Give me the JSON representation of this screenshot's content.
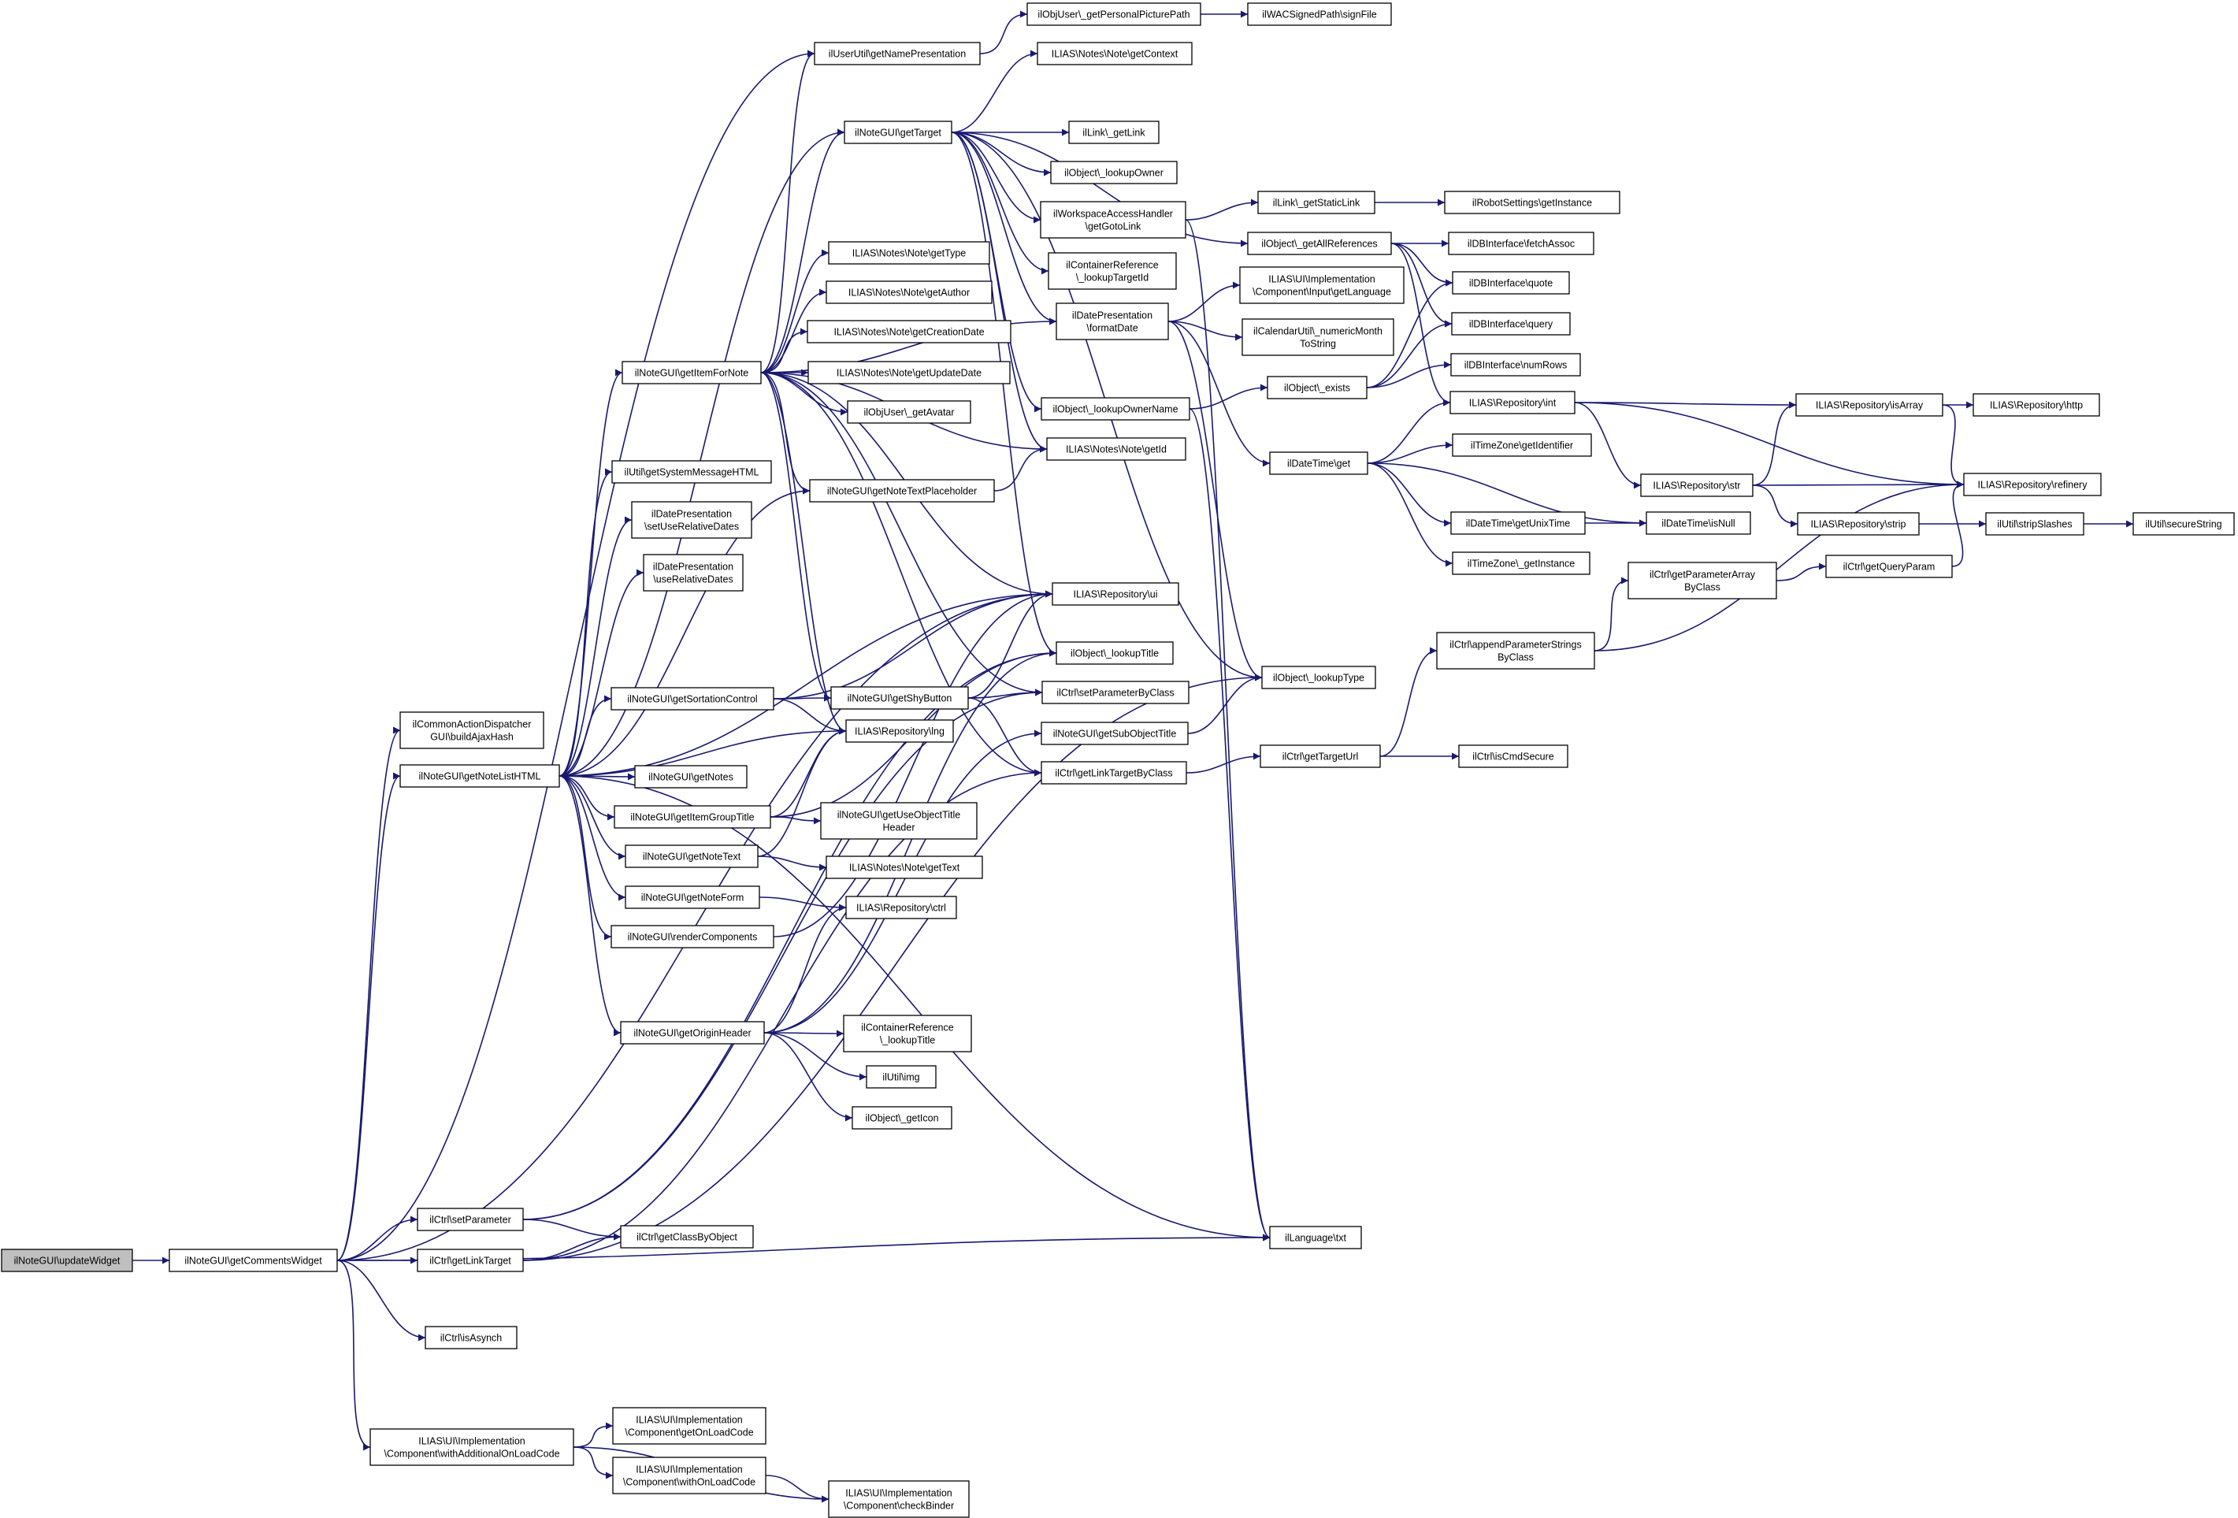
{
  "diagram": {
    "style": {
      "edge_color": "#191970",
      "root_fill": "#bfbfbf",
      "node_fill": "#ffffff",
      "truncated_border": "#ff0000"
    },
    "nodes": [
      {
        "id": "updateWidget",
        "lines": [
          "ilNoteGUI\\updateWidget"
        ]
      },
      {
        "id": "getCommentsWidget",
        "lines": [
          "ilNoteGUI\\getCommentsWidget"
        ]
      },
      {
        "id": "buildAjaxHash",
        "lines": [
          "ilCommonActionDispatcher",
          "GUI\\buildAjaxHash"
        ]
      },
      {
        "id": "getNoteListHTML",
        "lines": [
          "ilNoteGUI\\getNoteListHTML"
        ]
      },
      {
        "id": "ctrl_setParameter",
        "lines": [
          "ilCtrl\\setParameter"
        ]
      },
      {
        "id": "ctrl_getLinkTarget",
        "lines": [
          "ilCtrl\\getLinkTarget"
        ]
      },
      {
        "id": "ctrl_isAsynch",
        "lines": [
          "ilCtrl\\isAsynch"
        ]
      },
      {
        "id": "withAdditionalOnLoadCode",
        "lines": [
          "ILIAS\\UI\\Implementation",
          "\\Component\\withAdditionalOnLoadCode"
        ]
      },
      {
        "id": "getOnLoadCode",
        "lines": [
          "ILIAS\\UI\\Implementation",
          "\\Component\\getOnLoadCode"
        ]
      },
      {
        "id": "withOnLoadCode",
        "lines": [
          "ILIAS\\UI\\Implementation",
          "\\Component\\withOnLoadCode"
        ]
      },
      {
        "id": "checkBinder",
        "lines": [
          "ILIAS\\UI\\Implementation",
          "\\Component\\checkBinder"
        ]
      },
      {
        "id": "getClassByObject",
        "lines": [
          "ilCtrl\\getClassByObject"
        ]
      },
      {
        "id": "getNameInterpretation",
        "lines": [
          "ilUserUtil\\getNamePresentation"
        ]
      },
      {
        "id": "getTarget",
        "lines": [
          "ilNoteGUI\\getTarget"
        ]
      },
      {
        "id": "getItemForNote",
        "lines": [
          "ilNoteGUI\\getItemForNote"
        ]
      },
      {
        "id": "getSystemMessageHTML",
        "lines": [
          "ilUtil\\getSystemMessageHTML"
        ]
      },
      {
        "id": "setUseRelativeDates",
        "lines": [
          "ilDatePresentation",
          "\\setUseRelativeDates"
        ]
      },
      {
        "id": "useRelativeDates",
        "lines": [
          "ilDatePresentation",
          "\\useRelativeDates"
        ]
      },
      {
        "id": "getSortationControl",
        "lines": [
          "ilNoteGUI\\getSortationControl"
        ]
      },
      {
        "id": "getNotes",
        "lines": [
          "ilNoteGUI\\getNotes"
        ]
      },
      {
        "id": "getItemGroupTitle",
        "lines": [
          "ilNoteGUI\\getItemGroupTitle"
        ]
      },
      {
        "id": "getNoteText",
        "lines": [
          "ilNoteGUI\\getNoteText"
        ]
      },
      {
        "id": "getNoteForm",
        "lines": [
          "ilNoteGUI\\getNoteForm"
        ]
      },
      {
        "id": "renderComponents",
        "lines": [
          "ilNoteGUI\\renderComponents"
        ]
      },
      {
        "id": "getOriginHeader",
        "lines": [
          "ilNoteGUI\\getOriginHeader"
        ]
      },
      {
        "id": "getPersonalPicturePath",
        "lines": [
          "ilObjUser\\_getPersonalPicturePath"
        ]
      },
      {
        "id": "signFile",
        "lines": [
          "ilWACSignedPath\\signFile"
        ]
      },
      {
        "id": "note_getContext",
        "lines": [
          "ILIAS\\Notes\\Note\\getContext"
        ]
      },
      {
        "id": "link_getLink",
        "lines": [
          "ilLink\\_getLink"
        ]
      },
      {
        "id": "lookupOwner",
        "lines": [
          "ilObject\\_lookupOwner"
        ]
      },
      {
        "id": "getGotoLink",
        "lines": [
          "ilWorkspaceAccessHandler",
          "\\getGotoLink"
        ]
      },
      {
        "id": "lookupTargetId",
        "lines": [
          "ilContainerReference",
          "\\_lookupTargetId"
        ]
      },
      {
        "id": "note_getType",
        "lines": [
          "ILIAS\\Notes\\Note\\getType"
        ]
      },
      {
        "id": "note_getAuthor",
        "lines": [
          "ILIAS\\Notes\\Note\\getAuthor"
        ]
      },
      {
        "id": "note_getCreationDate",
        "lines": [
          "ILIAS\\Notes\\Note\\getCreationDate"
        ]
      },
      {
        "id": "formatDate",
        "lines": [
          "ilDatePresentation",
          "\\formatDate"
        ]
      },
      {
        "id": "note_getUpdateDate",
        "lines": [
          "ILIAS\\Notes\\Note\\getUpdateDate"
        ]
      },
      {
        "id": "getAvatar",
        "lines": [
          "ilObjUser\\_getAvatar"
        ]
      },
      {
        "id": "lookupOwnerName",
        "lines": [
          "ilObject\\_lookupOwnerName"
        ]
      },
      {
        "id": "note_getId",
        "lines": [
          "ILIAS\\Notes\\Note\\getId"
        ]
      },
      {
        "id": "getNoteTextPlaceholder",
        "lines": [
          "ilNoteGUI\\getNoteTextPlaceholder"
        ]
      },
      {
        "id": "repo_ui",
        "lines": [
          "ILIAS\\Repository\\ui"
        ]
      },
      {
        "id": "lookupTitle",
        "lines": [
          "ilObject\\_lookupTitle"
        ]
      },
      {
        "id": "getShyButton",
        "lines": [
          "ilNoteGUI\\getShyButton"
        ]
      },
      {
        "id": "setParameterByClass",
        "lines": [
          "ilCtrl\\setParameterByClass"
        ]
      },
      {
        "id": "repo_lng",
        "lines": [
          "ILIAS\\Repository\\lng"
        ]
      },
      {
        "id": "getSubObjectTitle",
        "lines": [
          "ilNoteGUI\\getSubObjectTitle"
        ]
      },
      {
        "id": "getLinkTargetByClass",
        "lines": [
          "ilCtrl\\getLinkTargetByClass"
        ]
      },
      {
        "id": "getUseObjectTitleHeader",
        "lines": [
          "ilNoteGUI\\getUseObjectTitle",
          "Header"
        ]
      },
      {
        "id": "note_getText",
        "lines": [
          "ILIAS\\Notes\\Note\\getText"
        ]
      },
      {
        "id": "repo_ctrl",
        "lines": [
          "ILIAS\\Repository\\ctrl"
        ]
      },
      {
        "id": "container_lookupTitle",
        "lines": [
          "ilContainerReference",
          "\\_lookupTitle"
        ]
      },
      {
        "id": "util_img",
        "lines": [
          "ilUtil\\img"
        ]
      },
      {
        "id": "getIcon",
        "lines": [
          "ilObject\\_getIcon"
        ]
      },
      {
        "id": "getStaticLink",
        "lines": [
          "ilLink\\_getStaticLink"
        ]
      },
      {
        "id": "robot_getInstance",
        "lines": [
          "ilRobotSettings\\getInstance"
        ]
      },
      {
        "id": "getAllReferences",
        "lines": [
          "ilObject\\_getAllReferences"
        ]
      },
      {
        "id": "fetchAssoc",
        "lines": [
          "ilDBInterface\\fetchAssoc"
        ]
      },
      {
        "id": "db_quote",
        "lines": [
          "ilDBInterface\\quote"
        ]
      },
      {
        "id": "db_query",
        "lines": [
          "ilDBInterface\\query"
        ]
      },
      {
        "id": "numRows",
        "lines": [
          "ilDBInterface\\numRows"
        ]
      },
      {
        "id": "input_getLanguage",
        "lines": [
          "ILIAS\\UI\\Implementation",
          "\\Component\\Input\\getLanguage"
        ]
      },
      {
        "id": "numericMonth",
        "lines": [
          "ilCalendarUtil\\_numericMonth",
          "ToString"
        ]
      },
      {
        "id": "obj_exists",
        "lines": [
          "ilObject\\_exists"
        ]
      },
      {
        "id": "repo_int",
        "lines": [
          "ILIAS\\Repository\\int"
        ]
      },
      {
        "id": "dt_get",
        "lines": [
          "ilDateTime\\get"
        ]
      },
      {
        "id": "tz_getIdentifier",
        "lines": [
          "ilTimeZone\\getIdentifier"
        ]
      },
      {
        "id": "getUnixTime",
        "lines": [
          "ilDateTime\\getUnixTime"
        ]
      },
      {
        "id": "tz_getInstance",
        "lines": [
          "ilTimeZone\\_getInstance"
        ]
      },
      {
        "id": "dt_isNull",
        "lines": [
          "ilDateTime\\isNull"
        ]
      },
      {
        "id": "lookupType",
        "lines": [
          "ilObject\\_lookupType"
        ]
      },
      {
        "id": "appendParameterStrings",
        "lines": [
          "ilCtrl\\appendParameterStrings",
          "ByClass"
        ]
      },
      {
        "id": "getParameterArray",
        "lines": [
          "ilCtrl\\getParameterArray",
          "ByClass"
        ]
      },
      {
        "id": "getQueryParam",
        "lines": [
          "ilCtrl\\getQueryParam"
        ]
      },
      {
        "id": "getTargetUrl",
        "lines": [
          "ilCtrl\\getTargetUrl"
        ]
      },
      {
        "id": "isCmdSecure",
        "lines": [
          "ilCtrl\\isCmdSecure"
        ]
      },
      {
        "id": "language_txt",
        "lines": [
          "ilLanguage\\txt"
        ]
      },
      {
        "id": "repo_str",
        "lines": [
          "ILIAS\\Repository\\str"
        ]
      },
      {
        "id": "repo_isArray",
        "lines": [
          "ILIAS\\Repository\\isArray"
        ]
      },
      {
        "id": "repo_http",
        "lines": [
          "ILIAS\\Repository\\http"
        ]
      },
      {
        "id": "repo_refinery",
        "lines": [
          "ILIAS\\Repository\\refinery"
        ]
      },
      {
        "id": "repo_strip",
        "lines": [
          "ILIAS\\Repository\\strip"
        ]
      },
      {
        "id": "stripSlashes",
        "lines": [
          "ilUtil\\stripSlashes"
        ]
      },
      {
        "id": "secureString",
        "lines": [
          "ilUtil\\secureString"
        ]
      }
    ],
    "edges": [
      [
        "updateWidget",
        "getCommentsWidget"
      ],
      [
        "getCommentsWidget",
        "buildAjaxHash"
      ],
      [
        "getCommentsWidget",
        "getNoteListHTML"
      ],
      [
        "getCommentsWidget",
        "ctrl_setParameter"
      ],
      [
        "getCommentsWidget",
        "ctrl_getLinkTarget"
      ],
      [
        "getCommentsWidget",
        "ctrl_isAsynch"
      ],
      [
        "getCommentsWidget",
        "withAdditionalOnLoadCode"
      ],
      [
        "getCommentsWidget",
        "language_txt"
      ],
      [
        "getCommentsWidget",
        "repo_ui"
      ],
      [
        "getCommentsWidget",
        "getNameInterpretation"
      ],
      [
        "ctrl_setParameter",
        "getClassByObject"
      ],
      [
        "ctrl_setParameter",
        "setParameterByClass"
      ],
      [
        "ctrl_getLinkTarget",
        "getClassByObject"
      ],
      [
        "ctrl_getLinkTarget",
        "getLinkTargetByClass"
      ],
      [
        "withAdditionalOnLoadCode",
        "getOnLoadCode"
      ],
      [
        "withAdditionalOnLoadCode",
        "withOnLoadCode"
      ],
      [
        "withAdditionalOnLoadCode",
        "checkBinder"
      ],
      [
        "withOnLoadCode",
        "checkBinder"
      ],
      [
        "getNoteListHTML",
        "getItemForNote"
      ],
      [
        "getNoteListHTML",
        "getSystemMessageHTML"
      ],
      [
        "getNoteListHTML",
        "setUseRelativeDates"
      ],
      [
        "getNoteListHTML",
        "useRelativeDates"
      ],
      [
        "getNoteListHTML",
        "getSortationControl"
      ],
      [
        "getNoteListHTML",
        "repo_lng"
      ],
      [
        "getNoteListHTML",
        "getNotes"
      ],
      [
        "getNoteListHTML",
        "getItemGroupTitle"
      ],
      [
        "getNoteListHTML",
        "getNoteText"
      ],
      [
        "getNoteListHTML",
        "getNoteForm"
      ],
      [
        "getNoteListHTML",
        "renderComponents"
      ],
      [
        "getNoteListHTML",
        "getOriginHeader"
      ],
      [
        "getNoteListHTML",
        "language_txt"
      ],
      [
        "getNoteListHTML",
        "repo_ui"
      ],
      [
        "getNoteListHTML",
        "getTarget"
      ],
      [
        "getNoteListHTML",
        "getNoteTextPlaceholder"
      ],
      [
        "getItemForNote",
        "note_getType"
      ],
      [
        "getItemForNote",
        "note_getAuthor"
      ],
      [
        "getItemForNote",
        "note_getCreationDate"
      ],
      [
        "getItemForNote",
        "note_getUpdateDate"
      ],
      [
        "getItemForNote",
        "getAvatar"
      ],
      [
        "getItemForNote",
        "getTarget"
      ],
      [
        "getItemForNote",
        "getNameInterpretation"
      ],
      [
        "getItemForNote",
        "formatDate"
      ],
      [
        "getItemForNote",
        "note_getId"
      ],
      [
        "getItemForNote",
        "getNoteTextPlaceholder"
      ],
      [
        "getItemForNote",
        "repo_ui"
      ],
      [
        "getItemForNote",
        "getShyButton"
      ],
      [
        "getItemForNote",
        "repo_lng"
      ],
      [
        "getItemForNote",
        "setParameterByClass"
      ],
      [
        "getItemForNote",
        "getLinkTargetByClass"
      ],
      [
        "getNameInterpretation",
        "getPersonalPicturePath"
      ],
      [
        "getPersonalPicturePath",
        "signFile"
      ],
      [
        "getTarget",
        "note_getContext"
      ],
      [
        "getTarget",
        "link_getLink"
      ],
      [
        "getTarget",
        "lookupOwner"
      ],
      [
        "getTarget",
        "getGotoLink"
      ],
      [
        "getTarget",
        "lookupTargetId"
      ],
      [
        "getTarget",
        "getAllReferences"
      ],
      [
        "getTarget",
        "lookupOwnerName"
      ],
      [
        "getTarget",
        "note_getId"
      ],
      [
        "getTarget",
        "lookupTitle"
      ],
      [
        "getTarget",
        "lookupType"
      ],
      [
        "getTarget",
        "formatDate"
      ],
      [
        "getGotoLink",
        "getStaticLink"
      ],
      [
        "getGotoLink",
        "language_txt"
      ],
      [
        "getStaticLink",
        "robot_getInstance"
      ],
      [
        "getAllReferences",
        "fetchAssoc"
      ],
      [
        "getAllReferences",
        "db_quote"
      ],
      [
        "getAllReferences",
        "db_query"
      ],
      [
        "getAllReferences",
        "repo_int"
      ],
      [
        "formatDate",
        "input_getLanguage"
      ],
      [
        "formatDate",
        "numericMonth"
      ],
      [
        "formatDate",
        "dt_get"
      ],
      [
        "formatDate",
        "lookupType"
      ],
      [
        "lookupOwnerName",
        "obj_exists"
      ],
      [
        "lookupOwnerName",
        "language_txt"
      ],
      [
        "obj_exists",
        "db_quote"
      ],
      [
        "obj_exists",
        "db_query"
      ],
      [
        "obj_exists",
        "numRows"
      ],
      [
        "dt_get",
        "repo_int"
      ],
      [
        "dt_get",
        "tz_getIdentifier"
      ],
      [
        "dt_get",
        "getUnixTime"
      ],
      [
        "dt_get",
        "tz_getInstance"
      ],
      [
        "dt_get",
        "dt_isNull"
      ],
      [
        "getUnixTime",
        "dt_isNull"
      ],
      [
        "getNoteTextPlaceholder",
        "note_getId"
      ],
      [
        "getSortationControl",
        "getShyButton"
      ],
      [
        "getSortationControl",
        "repo_lng"
      ],
      [
        "getSortationControl",
        "repo_ui"
      ],
      [
        "getShyButton",
        "setParameterByClass"
      ],
      [
        "getShyButton",
        "getLinkTargetByClass"
      ],
      [
        "getShyButton",
        "repo_ui"
      ],
      [
        "getItemGroupTitle",
        "getUseObjectTitleHeader"
      ],
      [
        "getItemGroupTitle",
        "repo_lng"
      ],
      [
        "getItemGroupTitle",
        "lookupTitle"
      ],
      [
        "getNoteText",
        "note_getText"
      ],
      [
        "getNoteText",
        "repo_lng"
      ],
      [
        "getNoteForm",
        "repo_ctrl"
      ],
      [
        "renderComponents",
        "repo_ui"
      ],
      [
        "getOriginHeader",
        "container_lookupTitle"
      ],
      [
        "getOriginHeader",
        "util_img"
      ],
      [
        "getOriginHeader",
        "getIcon"
      ],
      [
        "getOriginHeader",
        "repo_ctrl"
      ],
      [
        "getOriginHeader",
        "getSubObjectTitle"
      ],
      [
        "getOriginHeader",
        "lookupTitle"
      ],
      [
        "getSubObjectTitle",
        "lookupType"
      ],
      [
        "getLinkTargetByClass",
        "getTargetUrl"
      ],
      [
        "getTargetUrl",
        "appendParameterStrings"
      ],
      [
        "getTargetUrl",
        "isCmdSecure"
      ],
      [
        "appendParameterStrings",
        "getParameterArray"
      ],
      [
        "appendParameterStrings",
        "repo_refinery"
      ],
      [
        "getParameterArray",
        "getQueryParam"
      ],
      [
        "getQueryParam",
        "repo_refinery"
      ],
      [
        "repo_int",
        "repo_isArray"
      ],
      [
        "repo_int",
        "repo_refinery"
      ],
      [
        "repo_int",
        "repo_str"
      ],
      [
        "repo_str",
        "repo_isArray"
      ],
      [
        "repo_str",
        "repo_strip"
      ],
      [
        "repo_str",
        "repo_refinery"
      ],
      [
        "repo_isArray",
        "repo_http"
      ],
      [
        "repo_isArray",
        "repo_refinery"
      ],
      [
        "repo_strip",
        "stripSlashes"
      ],
      [
        "stripSlashes",
        "secureString"
      ],
      [
        "ctrl_setParameter",
        "lookupTitle"
      ],
      [
        "ctrl_getLinkTarget",
        "lookupType"
      ]
    ]
  }
}
